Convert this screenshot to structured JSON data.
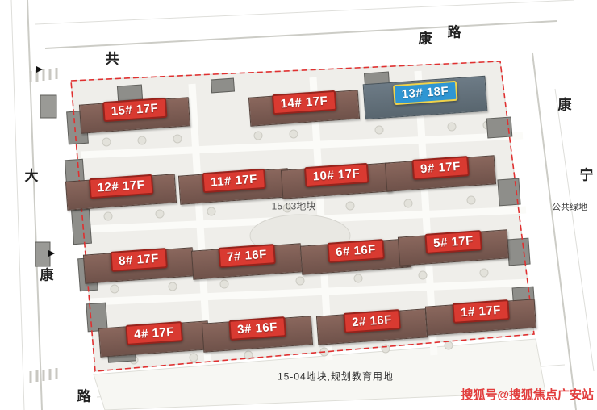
{
  "plan": {
    "center_block_label": "15-03地块",
    "south_block_label": "15-04地块,规划教育用地",
    "green_space_label": "公共绿地",
    "watermark": "搜狐号@搜狐焦点广安站",
    "roads": {
      "top": [
        "共",
        "康",
        "路"
      ],
      "left": [
        "大",
        "康",
        "路"
      ],
      "right": [
        "康",
        "宁"
      ]
    },
    "buildings": [
      {
        "label": "15# 17F",
        "style": "red"
      },
      {
        "label": "14# 17F",
        "style": "red"
      },
      {
        "label": "13# 18F",
        "style": "blue"
      },
      {
        "label": "12# 17F",
        "style": "red"
      },
      {
        "label": "11# 17F",
        "style": "red"
      },
      {
        "label": "10# 17F",
        "style": "red"
      },
      {
        "label": "9# 17F",
        "style": "red"
      },
      {
        "label": "8# 17F",
        "style": "red"
      },
      {
        "label": "7# 16F",
        "style": "red"
      },
      {
        "label": "6# 16F",
        "style": "red"
      },
      {
        "label": "5# 17F",
        "style": "red"
      },
      {
        "label": "4# 17F",
        "style": "red"
      },
      {
        "label": "3# 16F",
        "style": "red"
      },
      {
        "label": "2# 16F",
        "style": "red"
      },
      {
        "label": "1# 17F",
        "style": "red"
      }
    ],
    "colors": {
      "red_tag": "#d93a31",
      "blue_tag": "#2f96d3",
      "boundary": "#e03030",
      "watermark": "#e23c3c"
    }
  }
}
